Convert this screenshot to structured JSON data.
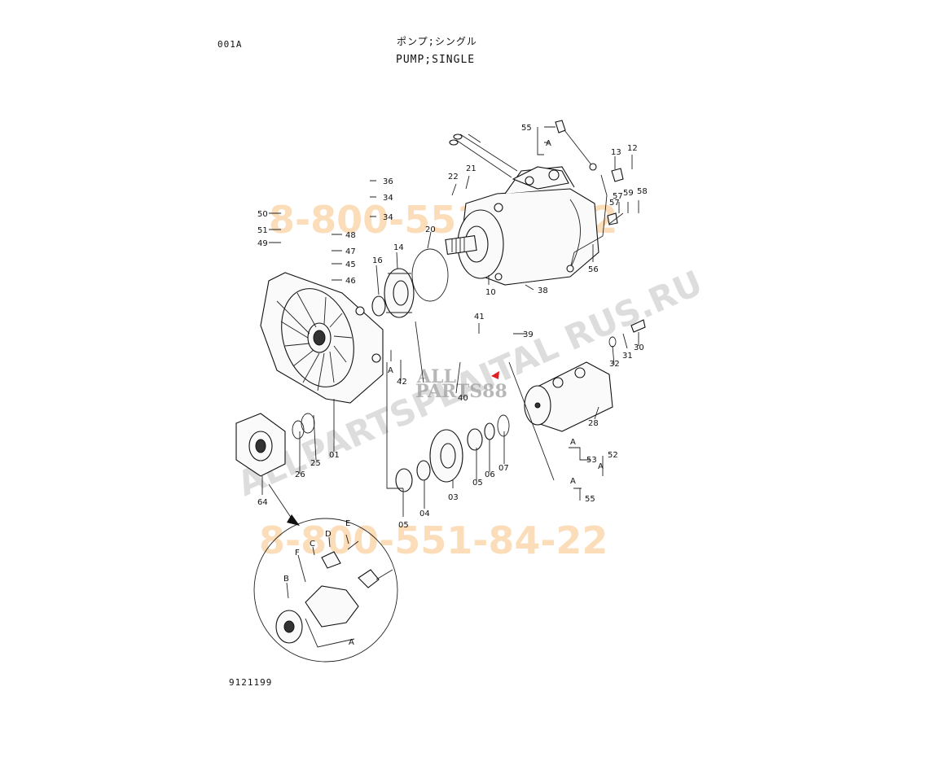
{
  "header": {
    "page_code": "001A",
    "title_jp": "ポンプ;シングル",
    "title_en": "PUMP;SINGLE"
  },
  "footer": {
    "code": "9121199"
  },
  "watermarks": {
    "phone_top": "8-800-551-84-22",
    "phone_bottom": "8-800-551-84-22",
    "site": "ALLPARTSPLAITAL RUS.RU",
    "logo_line1": "ALL",
    "logo_line2": "PARTS88"
  },
  "callouts": [
    {
      "id": "c55a",
      "text": "55"
    },
    {
      "id": "cA1",
      "text": "A"
    },
    {
      "id": "c13",
      "text": "13"
    },
    {
      "id": "c12",
      "text": "12"
    },
    {
      "id": "c36",
      "text": "36"
    },
    {
      "id": "c34a",
      "text": "34"
    },
    {
      "id": "c34b",
      "text": "34"
    },
    {
      "id": "c22",
      "text": "22"
    },
    {
      "id": "c21",
      "text": "21"
    },
    {
      "id": "c57a",
      "text": "57"
    },
    {
      "id": "c57b",
      "text": "57"
    },
    {
      "id": "c59",
      "text": "59"
    },
    {
      "id": "c58",
      "text": "58"
    },
    {
      "id": "c50",
      "text": "50"
    },
    {
      "id": "c51",
      "text": "51"
    },
    {
      "id": "c49",
      "text": "49"
    },
    {
      "id": "c48",
      "text": "48"
    },
    {
      "id": "c47",
      "text": "47"
    },
    {
      "id": "c45",
      "text": "45"
    },
    {
      "id": "c46",
      "text": "46"
    },
    {
      "id": "c20",
      "text": "20"
    },
    {
      "id": "c14",
      "text": "14"
    },
    {
      "id": "c16",
      "text": "16"
    },
    {
      "id": "c10",
      "text": "10"
    },
    {
      "id": "c56",
      "text": "56"
    },
    {
      "id": "c38",
      "text": "38"
    },
    {
      "id": "c41",
      "text": "41"
    },
    {
      "id": "c39",
      "text": "39"
    },
    {
      "id": "c31",
      "text": "31"
    },
    {
      "id": "c30",
      "text": "30"
    },
    {
      "id": "c32",
      "text": "32"
    },
    {
      "id": "cA2",
      "text": "A"
    },
    {
      "id": "c42",
      "text": "42"
    },
    {
      "id": "c40",
      "text": "40"
    },
    {
      "id": "c28",
      "text": "28"
    },
    {
      "id": "c01",
      "text": "01"
    },
    {
      "id": "c25",
      "text": "25"
    },
    {
      "id": "c26",
      "text": "26"
    },
    {
      "id": "c64",
      "text": "64"
    },
    {
      "id": "cA3",
      "text": "A"
    },
    {
      "id": "c53",
      "text": "53"
    },
    {
      "id": "c52",
      "text": "52"
    },
    {
      "id": "cA4",
      "text": "A"
    },
    {
      "id": "cA5",
      "text": "A"
    },
    {
      "id": "c55b",
      "text": "55"
    },
    {
      "id": "c07",
      "text": "07"
    },
    {
      "id": "c06",
      "text": "06"
    },
    {
      "id": "c05a",
      "text": "05"
    },
    {
      "id": "c03",
      "text": "03"
    },
    {
      "id": "c04",
      "text": "04"
    },
    {
      "id": "c05b",
      "text": "05"
    },
    {
      "id": "cE",
      "text": "E"
    },
    {
      "id": "cD",
      "text": "D"
    },
    {
      "id": "cC",
      "text": "C"
    },
    {
      "id": "cF",
      "text": "F"
    },
    {
      "id": "cB",
      "text": "B"
    },
    {
      "id": "cA6",
      "text": "A"
    }
  ]
}
